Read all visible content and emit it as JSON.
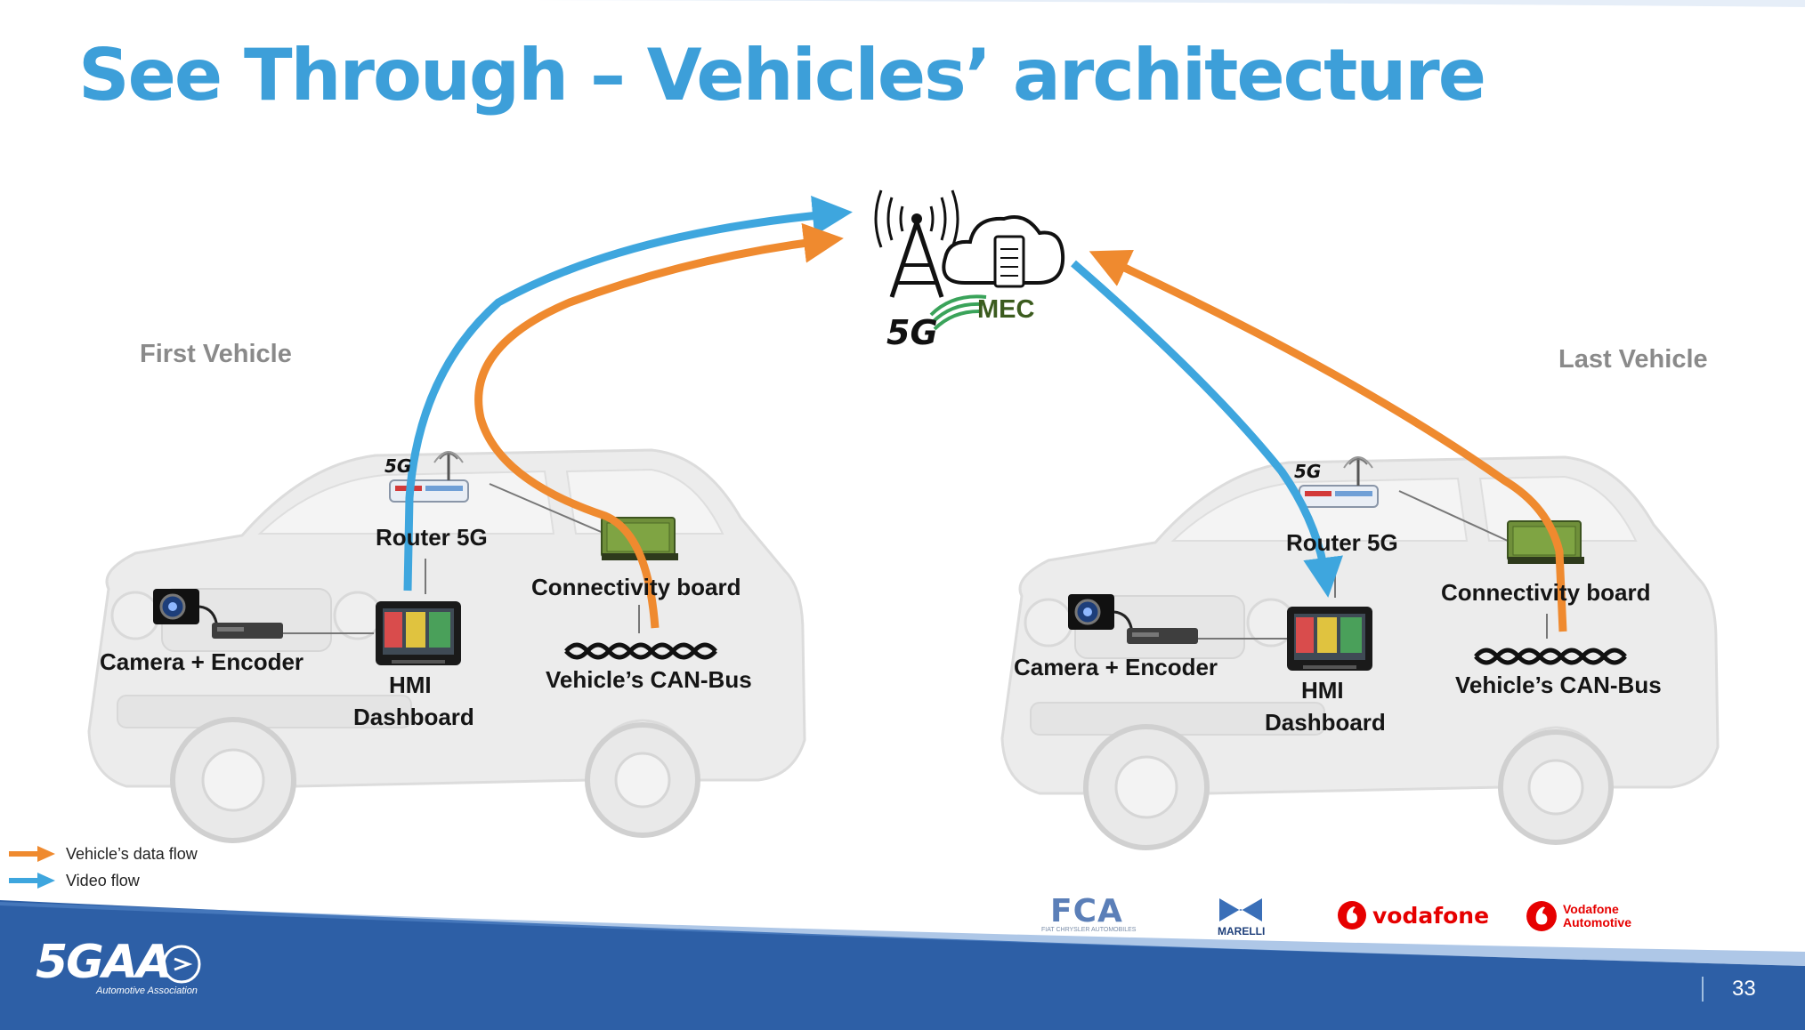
{
  "title": "See Through – Vehicles’ architecture",
  "network": {
    "mec_label": "MEC",
    "fiveg_label": "5G"
  },
  "first_vehicle": {
    "label": "First Vehicle",
    "router": "Router 5G",
    "router_badge": "5G",
    "connectivity": "Connectivity board",
    "camera": "Camera + Encoder",
    "hmi_line1": "HMI",
    "hmi_line2": "Dashboard",
    "canbus": "Vehicle’s CAN-Bus"
  },
  "last_vehicle": {
    "label": "Last Vehicle",
    "router": "Router 5G",
    "router_badge": "5G",
    "connectivity": "Connectivity board",
    "camera": "Camera + Encoder",
    "hmi_line1": "HMI",
    "hmi_line2": "Dashboard",
    "canbus": "Vehicle’s CAN-Bus"
  },
  "legend": [
    {
      "label": "Vehicle’s data flow",
      "color": "#ef8a2f"
    },
    {
      "label": "Video flow",
      "color": "#3ea6de"
    }
  ],
  "colors": {
    "title": "#3d9fd9",
    "data_flow": "#ef8a2f",
    "video_flow": "#3ea6de",
    "footer_band": "#2d5fa6"
  },
  "footer": {
    "logo_main": "5GAA",
    "logo_sub": "Automotive Association",
    "page_number": "33"
  },
  "partners": {
    "fca": "FCA",
    "fca_sub": "FIAT CHRYSLER AUTOMOBILES",
    "marelli": "MARELLI",
    "vodafone": "vodafone",
    "vodafone_auto_line1": "Vodafone",
    "vodafone_auto_line2": "Automotive"
  }
}
